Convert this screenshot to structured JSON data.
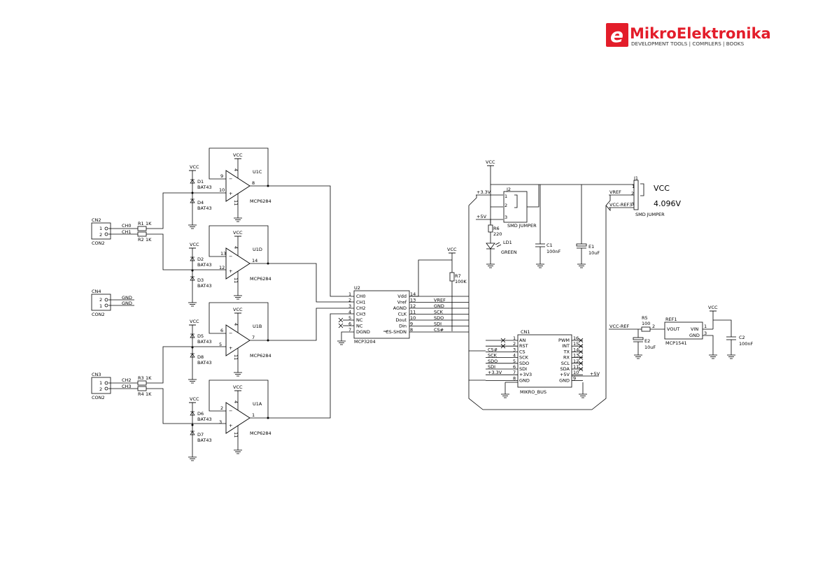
{
  "brand": {
    "name": "MikroElektronika",
    "tagline": "DEVELOPMENT TOOLS | COMPILERS | BOOKS",
    "color": "#e31d2a"
  },
  "power": {
    "vcc": "VCC",
    "v33": "+3.3V",
    "v5": "+5V",
    "gnd": "GND",
    "vref": "VREF",
    "vcc_ref": "VCC-REF",
    "vcc_ref3": "VCC-REF3"
  },
  "amps": [
    {
      "ref": "U1C",
      "part": "MCP6284",
      "pin_neg": "9",
      "pin_pos": "10",
      "pin_out": "8",
      "pin_vdd": "4",
      "pin_vss": "11"
    },
    {
      "ref": "U1D",
      "part": "MCP6284",
      "pin_neg": "13",
      "pin_pos": "12",
      "pin_out": "14",
      "pin_vdd": "4",
      "pin_vss": "11"
    },
    {
      "ref": "U1B",
      "part": "MCP6284",
      "pin_neg": "6",
      "pin_pos": "5",
      "pin_out": "7",
      "pin_vdd": "4",
      "pin_vss": "11"
    },
    {
      "ref": "U1A",
      "part": "MCP6284",
      "pin_neg": "2",
      "pin_pos": "3",
      "pin_out": "1",
      "pin_vdd": "4",
      "pin_vss": "11"
    }
  ],
  "diodes": [
    {
      "ref": "D1",
      "part": "BAT43"
    },
    {
      "ref": "D4",
      "part": "BAT43"
    },
    {
      "ref": "D2",
      "part": "BAT43"
    },
    {
      "ref": "D3",
      "part": "BAT43"
    },
    {
      "ref": "D5",
      "part": "BAT43"
    },
    {
      "ref": "D8",
      "part": "BAT43"
    },
    {
      "ref": "D6",
      "part": "BAT43"
    },
    {
      "ref": "D7",
      "part": "BAT43"
    }
  ],
  "connectors": {
    "cn2": {
      "ref": "CN2",
      "part": "CON2",
      "pins": [
        "1",
        "2"
      ],
      "nets": [
        "CH0",
        "CH1"
      ]
    },
    "cn4": {
      "ref": "CN4",
      "part": "CON2",
      "pins": [
        "2",
        "1"
      ],
      "nets": [
        "GND",
        "GND"
      ]
    },
    "cn3": {
      "ref": "CN3",
      "part": "CON2",
      "pins": [
        "1",
        "2"
      ],
      "nets": [
        "CH2",
        "CH3"
      ]
    }
  },
  "resistors": {
    "r1": {
      "ref": "R1",
      "value": "1K"
    },
    "r2": {
      "ref": "R2",
      "value": "1K"
    },
    "r3": {
      "ref": "R3",
      "value": "1K"
    },
    "r4": {
      "ref": "R4",
      "value": "1K"
    },
    "r5": {
      "ref": "R5",
      "value": "100"
    },
    "r6": {
      "ref": "R6",
      "value": "220"
    },
    "r7": {
      "ref": "R7",
      "value": "100K"
    }
  },
  "adc": {
    "ref": "U2",
    "part": "MCP3204",
    "left_pins": [
      {
        "num": "1",
        "name": "CH0"
      },
      {
        "num": "2",
        "name": "CH1"
      },
      {
        "num": "3",
        "name": "CH2"
      },
      {
        "num": "4",
        "name": "CH3"
      },
      {
        "num": "5",
        "name": "NC"
      },
      {
        "num": "6",
        "name": "NC"
      },
      {
        "num": "7",
        "name": "DGND"
      }
    ],
    "right_pins": [
      {
        "num": "14",
        "name": "Vdd",
        "net": ""
      },
      {
        "num": "13",
        "name": "Vref",
        "net": "VREF"
      },
      {
        "num": "12",
        "name": "AGND",
        "net": "GND"
      },
      {
        "num": "11",
        "name": "CLK",
        "net": "SCK"
      },
      {
        "num": "10",
        "name": "Dout",
        "net": "SDO"
      },
      {
        "num": "9",
        "name": "Din",
        "net": "SDI"
      },
      {
        "num": "8",
        "name": "CS-SHDN",
        "net": "CS#"
      }
    ]
  },
  "jumper_j2": {
    "ref": "J2",
    "part": "SMD JUMPER",
    "pins": [
      "1",
      "2",
      "3"
    ]
  },
  "jumper_j1": {
    "ref": "J1",
    "part": "SMD JUMPER",
    "pins": [
      "1",
      "2",
      "3"
    ],
    "opt_top": "VCC",
    "opt_bottom": "4.096V"
  },
  "led": {
    "ref": "LD1",
    "color_label": "GREEN"
  },
  "caps": {
    "c1": {
      "ref": "C1",
      "value": "100nF"
    },
    "e1": {
      "ref": "E1",
      "value": "10uF"
    },
    "e2": {
      "ref": "E2",
      "value": "10uF"
    },
    "c2": {
      "ref": "C2",
      "value": "100nF"
    }
  },
  "mikrobus": {
    "ref": "CN1",
    "name": "MIKRO_BUS",
    "left_pins": [
      {
        "num": "1",
        "name": "AN",
        "net": ""
      },
      {
        "num": "2",
        "name": "RST",
        "net": ""
      },
      {
        "num": "3",
        "name": "CS",
        "net": "CS#"
      },
      {
        "num": "4",
        "name": "SCK",
        "net": "SCK"
      },
      {
        "num": "5",
        "name": "SDO",
        "net": "SDO"
      },
      {
        "num": "6",
        "name": "SDI",
        "net": "SDI"
      },
      {
        "num": "7",
        "name": "+3V3",
        "net": "+3.3V"
      },
      {
        "num": "8",
        "name": "GND",
        "net": ""
      }
    ],
    "right_pins": [
      {
        "num": "16",
        "name": "PWM"
      },
      {
        "num": "15",
        "name": "INT"
      },
      {
        "num": "14",
        "name": "TX"
      },
      {
        "num": "13",
        "name": "RX"
      },
      {
        "num": "12",
        "name": "SCL"
      },
      {
        "num": "11",
        "name": "SDA"
      },
      {
        "num": "10",
        "name": "+5V"
      },
      {
        "num": "9",
        "name": "GND"
      }
    ]
  },
  "vref_ic": {
    "ref": "REF1",
    "part": "MCP1541",
    "pin_vout": "VOUT",
    "pin_vin": "VIN",
    "pin_gnd": "GND",
    "pin1": "1",
    "pin2": "2",
    "pin3": "3"
  }
}
